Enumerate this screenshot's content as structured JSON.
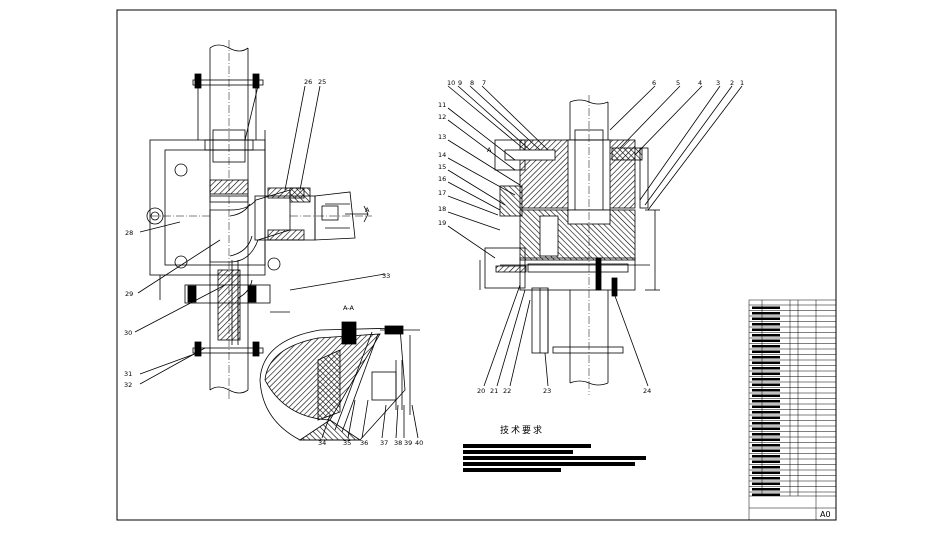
{
  "sheet": {
    "size_code": "A0",
    "section_label": "A-A",
    "notes_title": "技术要求"
  },
  "left_view_labels": [
    "27",
    "26",
    "25",
    "28",
    "29",
    "30",
    "31",
    "32",
    "33"
  ],
  "right_view_labels": [
    "10",
    "9",
    "8",
    "7",
    "6",
    "5",
    "4",
    "3",
    "2",
    "1",
    "11",
    "12",
    "13",
    "14",
    "15",
    "16",
    "17",
    "18",
    "19",
    "20",
    "21",
    "22",
    "23",
    "24"
  ],
  "section_labels": [
    "34",
    "35",
    "36",
    "37",
    "38",
    "39",
    "40"
  ],
  "view_marks": {
    "left_letter": "A",
    "right_letter": "A"
  }
}
